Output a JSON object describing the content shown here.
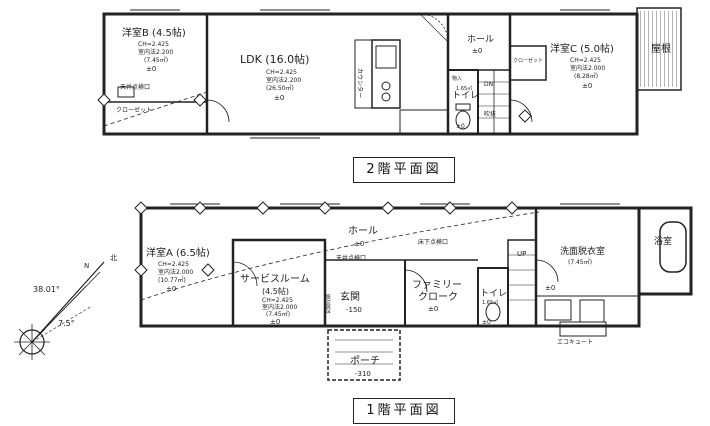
{
  "floor2": {
    "title": "2階平面図",
    "rooms": {
      "bedroom_b": {
        "name": "洋室B (4.5帖)",
        "ch": "CH=2.425",
        "inner": "室内法2.200",
        "area": "(7.45㎡)",
        "level": "±0"
      },
      "ldk": {
        "name": "LDK (16.0帖)",
        "ch": "CH=2.425",
        "inner": "室内法2.200",
        "area": "(26.50㎡)",
        "level": "±0"
      },
      "hall": {
        "name": "ホール",
        "level": "±0"
      },
      "bedroom_c": {
        "name": "洋室C (5.0帖)",
        "ch": "CH=2.425",
        "inner": "室内法2.000",
        "area": "(8.28㎡)",
        "level": "±0"
      },
      "toilet": {
        "name": "トイレ",
        "area": "1.65㎡",
        "level": "±0"
      },
      "balcony": {
        "name": "屋根"
      }
    },
    "labels": {
      "closet_b": "クローゼット",
      "ceiling_hatch": "天井点検口",
      "counter": "カウンター",
      "closet_c": "クローゼット",
      "stair_dn": "DN",
      "stairwell": "吹抜",
      "storage": "物入"
    }
  },
  "floor1": {
    "title": "1階平面図",
    "rooms": {
      "bedroom_a": {
        "name": "洋室A (6.5帖)",
        "ch": "CH=2.425",
        "inner": "室内法2.000",
        "area": "(10.77㎡)",
        "level": "±0"
      },
      "service_room": {
        "name": "サービスルーム",
        "sub": "(4.5帖)",
        "ch": "CH=2.425",
        "inner": "室内法2.000",
        "area": "(7.45㎡)",
        "level": "±0"
      },
      "hall": {
        "name": "ホール",
        "level": "±0"
      },
      "entrance": {
        "name": "玄関",
        "level": "-150"
      },
      "family_cloak": {
        "name": "ファミリー",
        "name2": "クローク",
        "level": "±0"
      },
      "toilet": {
        "name": "トイレ",
        "area": "1.65㎡",
        "level": "±0"
      },
      "washroom": {
        "name": "洗面脱衣室",
        "area": "(7.45㎡)",
        "level": "±0"
      },
      "bath": {
        "name": "浴室"
      },
      "porch": {
        "name": "ポーチ",
        "level": "-310"
      }
    },
    "labels": {
      "ceiling_hatch": "天井点検口",
      "floor_hatch": "床下点検口",
      "stair_up": "UP",
      "shoe_storage": "玄関収納",
      "ecocute": "エコキュート"
    }
  },
  "compass": {
    "angle1": "38.01°",
    "angle2": "7.5°",
    "north": "N",
    "road": "北"
  }
}
